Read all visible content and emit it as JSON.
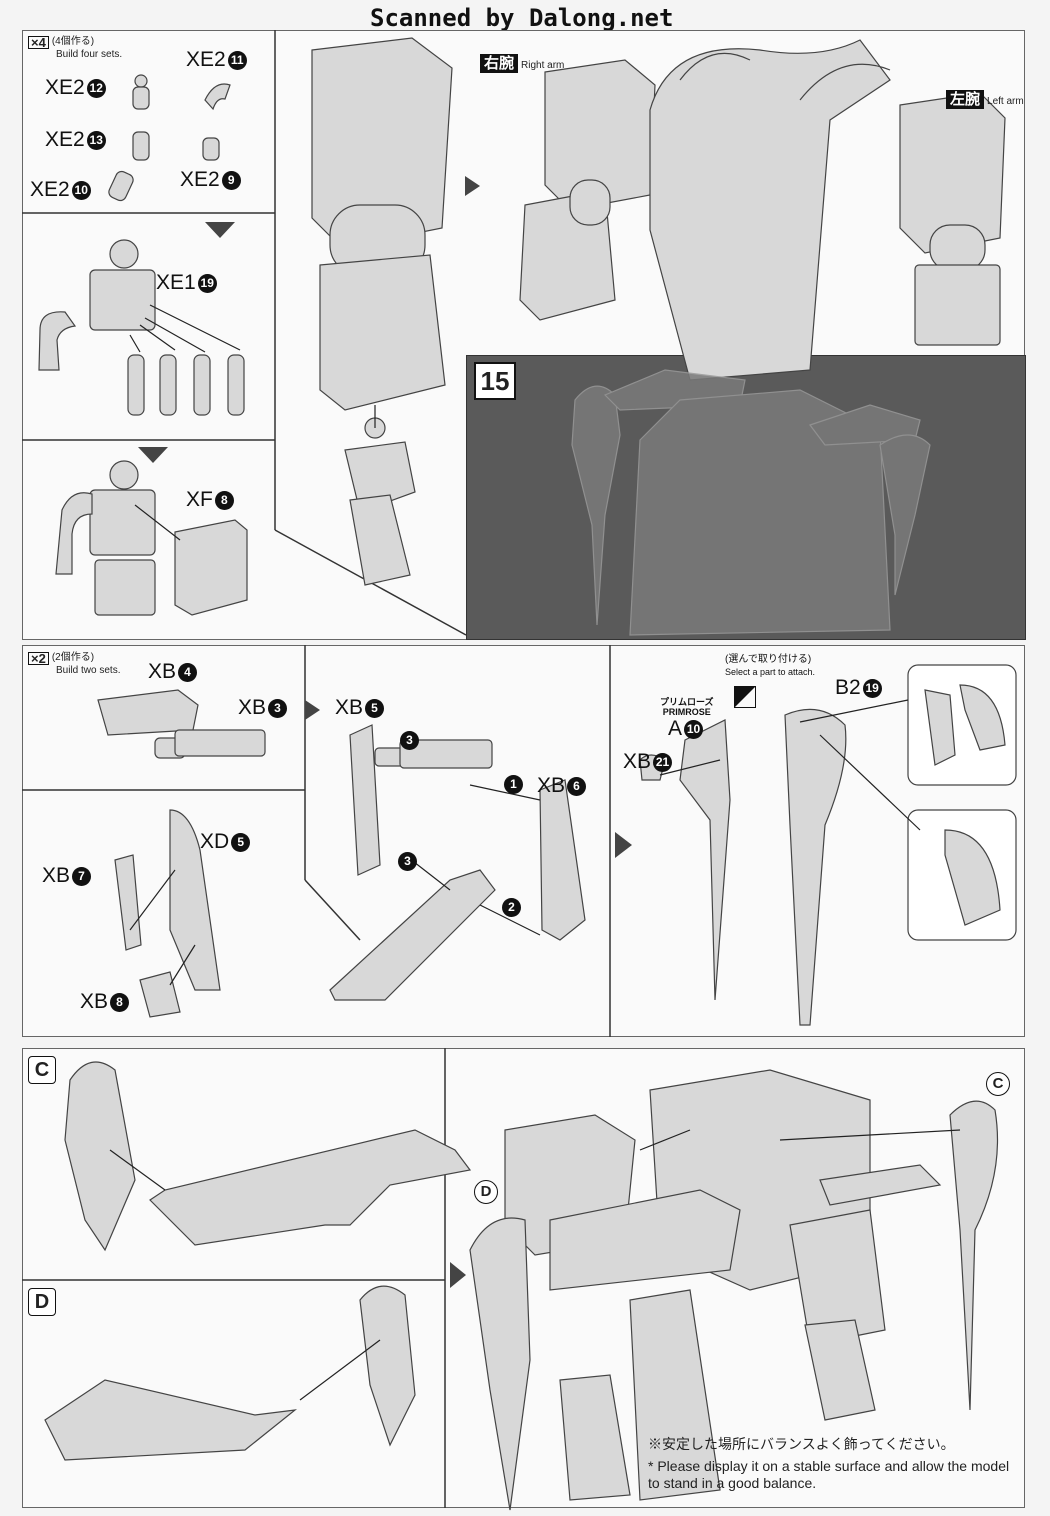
{
  "header": {
    "scan_credit": "Scanned by Dalong.net"
  },
  "step14": {
    "multiplier": "×4",
    "multiplier_jp": "(4個作る)",
    "multiplier_en": "Build four sets.",
    "parts": [
      {
        "code": "XE2",
        "num": "12"
      },
      {
        "code": "XE2",
        "num": "13"
      },
      {
        "code": "XE2",
        "num": "10"
      },
      {
        "code": "XE2",
        "num": "11"
      },
      {
        "code": "XE2",
        "num": "9"
      },
      {
        "code": "XE1",
        "num": "19"
      },
      {
        "code": "XF",
        "num": "8"
      }
    ],
    "right_arm_jp": "右腕",
    "right_arm_en": "Right arm",
    "left_arm_jp": "左腕",
    "left_arm_en": "Left arm"
  },
  "step15": {
    "number": "15",
    "multiplier": "×2",
    "multiplier_jp": "(2個作る)",
    "multiplier_en": "Build two sets.",
    "parts": [
      {
        "code": "XB",
        "num": "4"
      },
      {
        "code": "XB",
        "num": "3"
      },
      {
        "code": "XB",
        "num": "5"
      },
      {
        "code": "XB",
        "num": "6"
      },
      {
        "code": "XD",
        "num": "5"
      },
      {
        "code": "XB",
        "num": "7"
      },
      {
        "code": "XB",
        "num": "8"
      },
      {
        "code": "XB",
        "num": "21"
      },
      {
        "code": "B2",
        "num": "19"
      }
    ],
    "order": [
      "3",
      "1",
      "3",
      "2"
    ],
    "select_jp": "(選んで取り付ける)",
    "select_en": "Select a part to attach.",
    "primrose_jp": "プリムローズ",
    "primrose_en": "PRIMROSE",
    "primrose_part": {
      "code": "A",
      "num": "10"
    }
  },
  "final": {
    "label_c": "C",
    "label_d": "D",
    "note_jp": "※安定した場所にバランスよく飾ってください。",
    "note_en": "* Please display it on a stable surface and allow the model to stand in a good balance."
  },
  "colors": {
    "ink": "#111111",
    "dark_panel": "#5a5a5a",
    "paper": "#f4f4f4"
  }
}
